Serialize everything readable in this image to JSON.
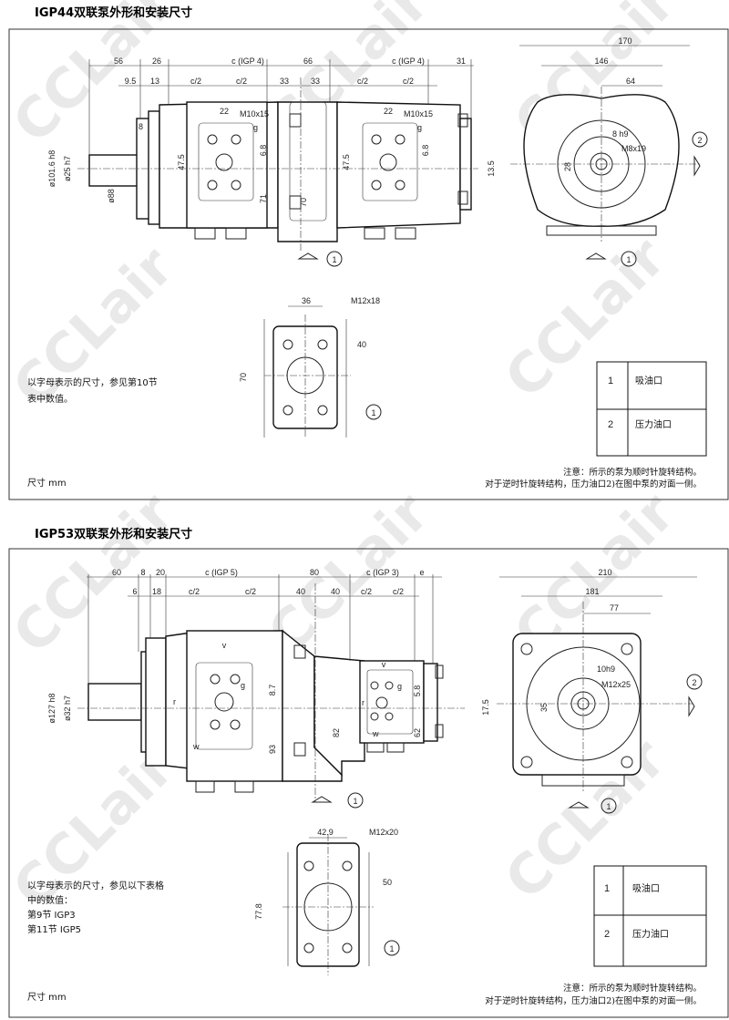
{
  "sections": [
    {
      "title": "IGP44双联泵外形和安装尺寸",
      "dims_row1": [
        "56",
        "26",
        "c (IGP 4)",
        "66",
        "c (IGP 4)",
        "31"
      ],
      "dims_row2": [
        "9.5",
        "13",
        "c/2",
        "c/2",
        "33",
        "33",
        "c/2",
        "c/2"
      ],
      "side_labels": {
        "port_spacing": "22",
        "thread": "M10x15",
        "g": "g",
        "h1": "47.5",
        "h2": "6.8",
        "h3": "71",
        "h4": "70",
        "d1": "ø101.6 h8",
        "d2": "ø25 h7",
        "d3": "ø88",
        "flange": "8"
      },
      "end_view": {
        "w1": "170",
        "w2": "146",
        "w3": "64",
        "key": "8 h9",
        "thread": "M8x19",
        "h": "28",
        "k": "13.5",
        "marker": "2"
      },
      "flange_view": {
        "w": "36",
        "thread": "M12x18",
        "d": "40",
        "h": "70",
        "marker": "1"
      },
      "side_marker": "1",
      "letter_note": [
        "以字母表示的尺寸，参见第10节",
        "表中数值。"
      ],
      "legend": [
        {
          "num": "1",
          "label": "吸油口"
        },
        {
          "num": "2",
          "label": "压力油口"
        }
      ],
      "notes": [
        "注意：所示的泵为顺时针旋转结构。",
        "对于逆时针旋转结构，压力油口2)在图中泵的对面一侧。"
      ],
      "unit": "尺寸  mm"
    },
    {
      "title": "IGP53双联泵外形和安装尺寸",
      "dims_row1": [
        "60",
        "8",
        "20",
        "c (IGP 5)",
        "80",
        "c (IGP 3)",
        "e"
      ],
      "dims_row2": [
        "6",
        "18",
        "c/2",
        "c/2",
        "40",
        "40",
        "c/2",
        "c/2"
      ],
      "side_labels": {
        "v": "v",
        "g": "g",
        "r": "r",
        "w": "w",
        "h1": "8.7",
        "h2": "93",
        "h3": "82",
        "h4": "5.8",
        "h5": "62",
        "d1": "ø127 h8",
        "d2": "ø32 h7"
      },
      "end_view": {
        "w1": "210",
        "w2": "181",
        "w3": "77",
        "key": "10h9",
        "thread": "M12x25",
        "h": "35",
        "k": "17.5",
        "marker": "2"
      },
      "flange_view": {
        "w": "42.9",
        "thread": "M12x20",
        "d": "50",
        "h": "77.8",
        "marker": "1"
      },
      "side_marker": "1",
      "letter_note": [
        "以字母表示的尺寸，参见以下表格",
        "中的数值：",
        "第9节  IGP3",
        "第11节  IGP5"
      ],
      "legend": [
        {
          "num": "1",
          "label": "吸油口"
        },
        {
          "num": "2",
          "label": "压力油口"
        }
      ],
      "notes": [
        "注意：所示的泵为顺时针旋转结构。",
        "对于逆时针旋转结构，压力油口2)在图中泵的对面一侧。"
      ],
      "unit": "尺寸 mm"
    }
  ],
  "watermark": "CCLair"
}
